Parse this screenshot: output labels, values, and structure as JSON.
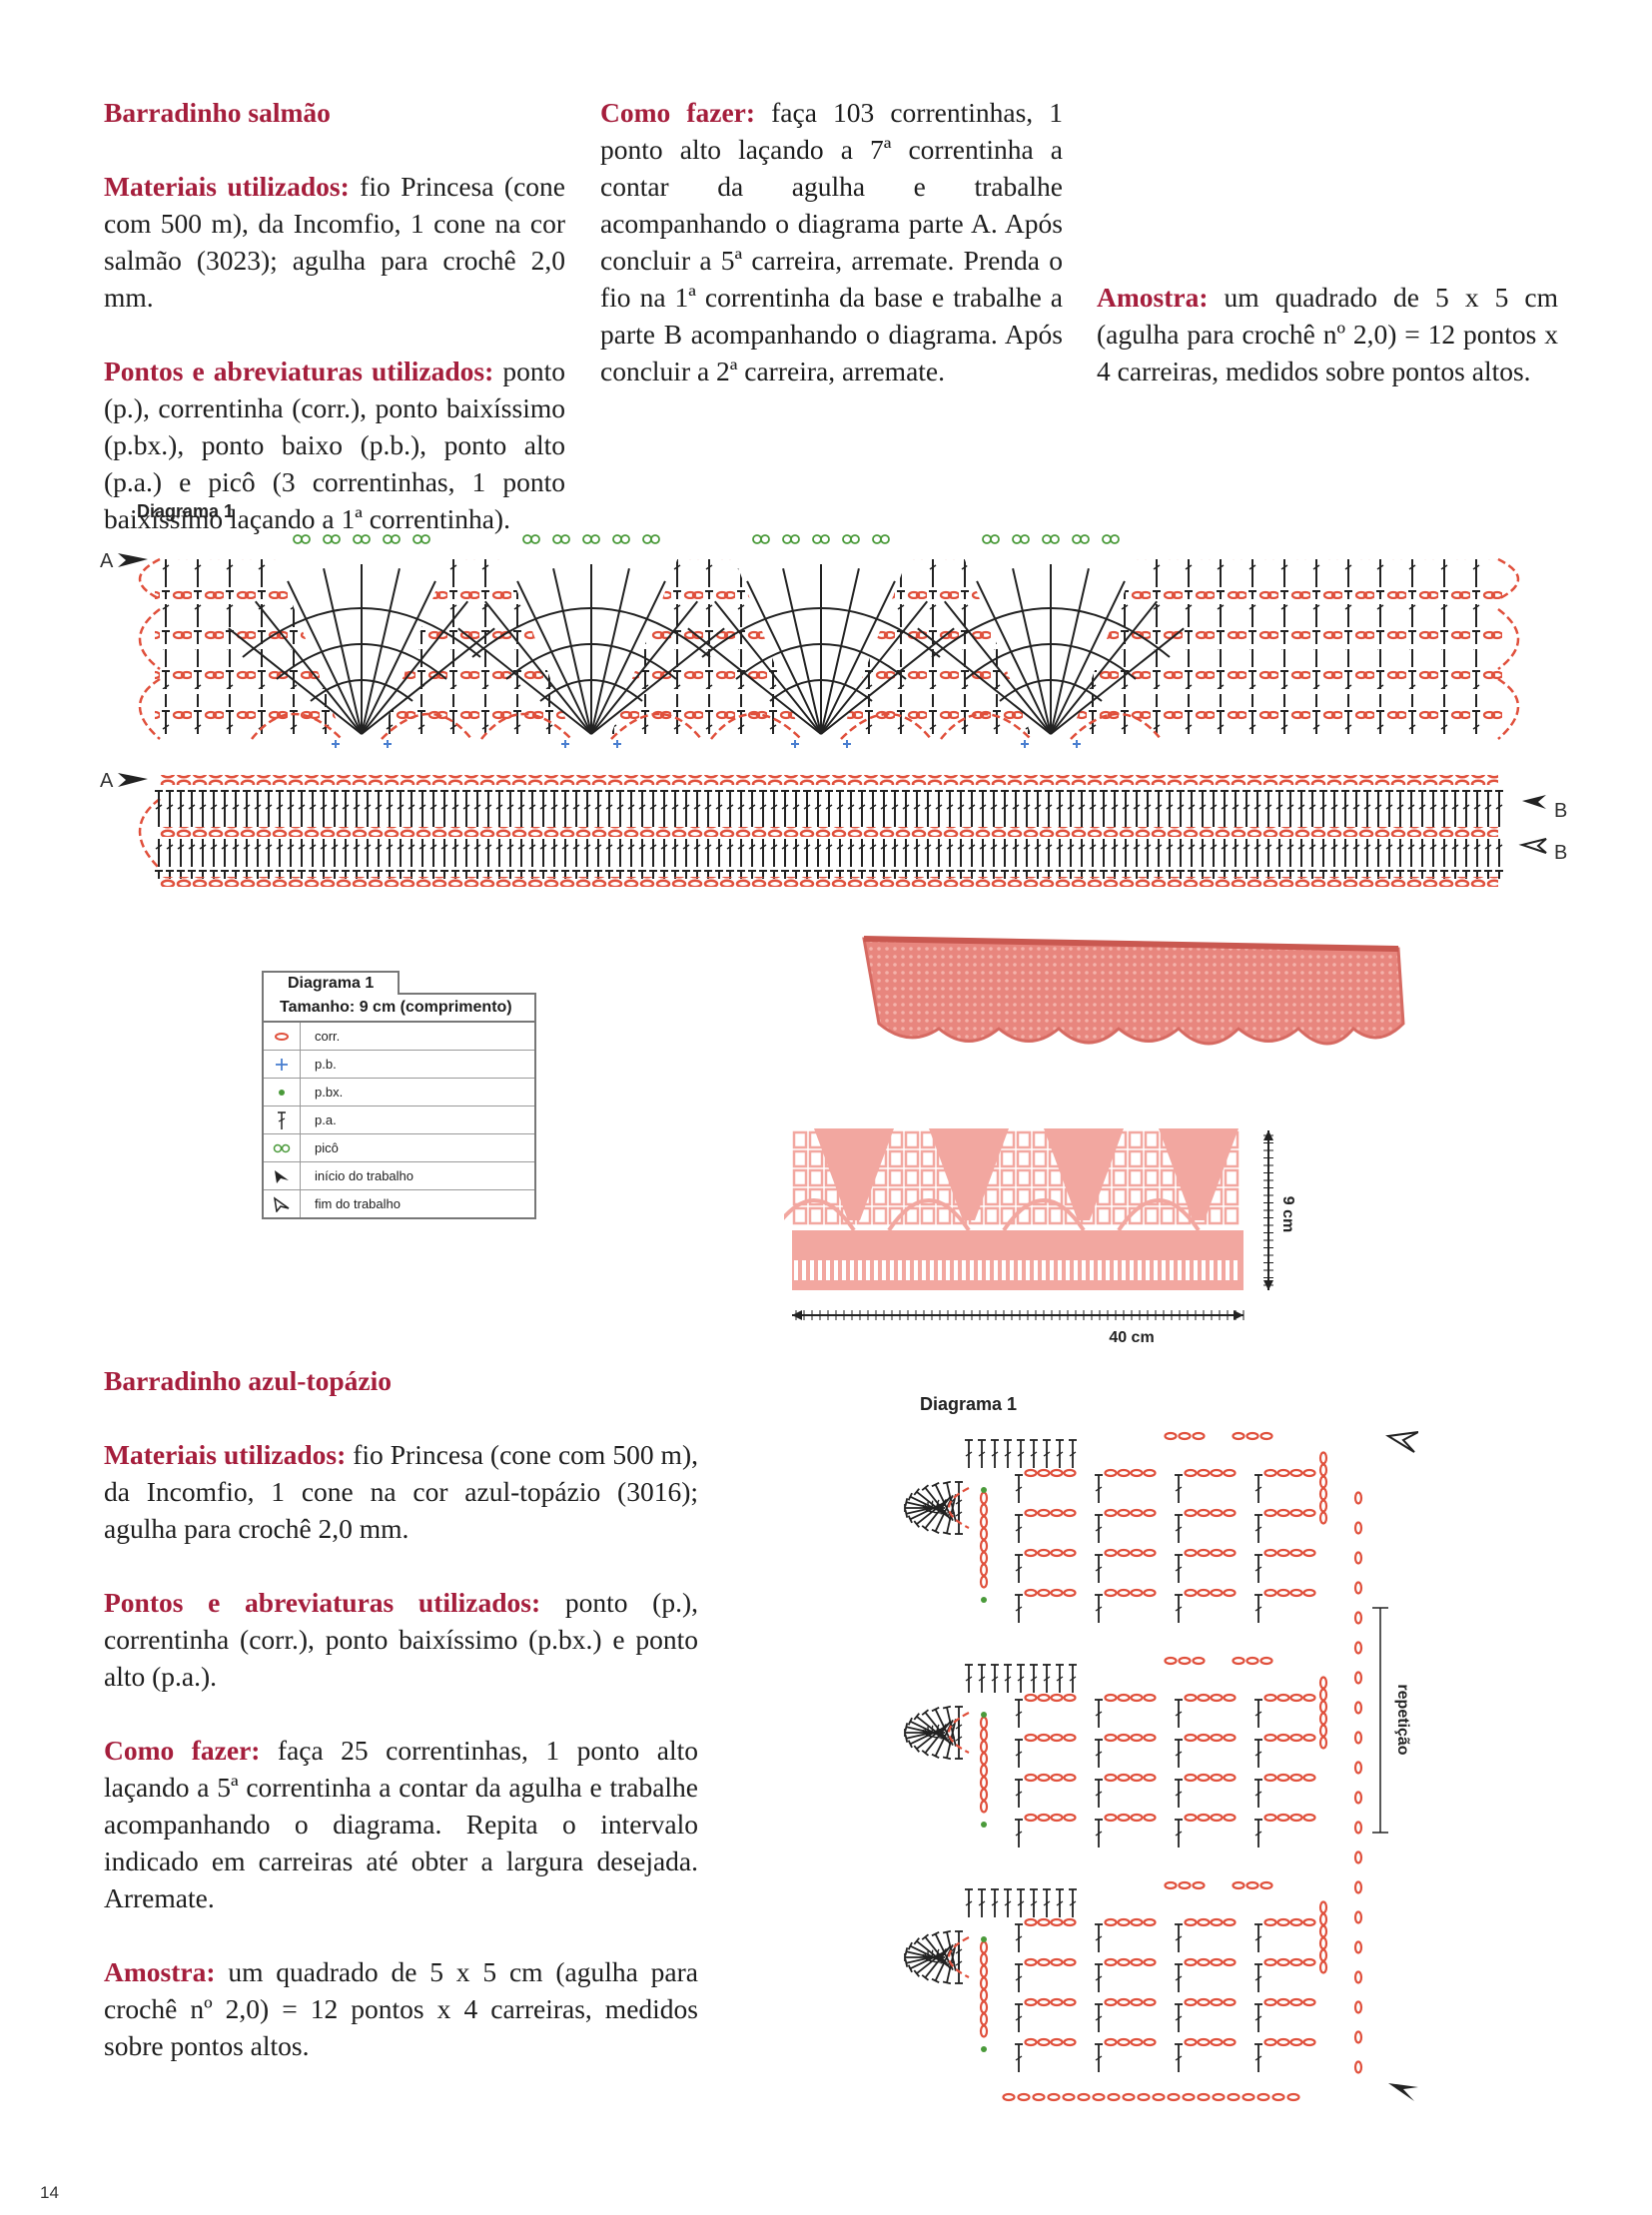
{
  "salmon": {
    "title": "Barradinho salmão",
    "materials_label": "Materiais utilizados:",
    "materials_text": " fio Princesa (cone com 500 m), da Incomfio, 1 cone na cor salmão (3023); agulha para crochê 2,0 mm.",
    "points_label": "Pontos e abreviaturas utilizados:",
    "points_text": " ponto (p.), correntinha (corr.), ponto baixíssimo (p.bx.), ponto baixo (p.b.), ponto alto (p.a.) e picô (3 correntinhas, 1 ponto baixíssimo laçando a 1ª correntinha).",
    "howto_label": "Como fazer:",
    "howto_text": " faça 103 correntinhas, 1 ponto alto laçando a 7ª correntinha a contar da agulha e trabalhe acompanhando o diagrama parte A. Após concluir a 5ª carreira, arremate. Prenda o fio na 1ª correntinha da base e trabalhe a parte B acompanhando o diagrama. Após concluir a 2ª carreira, arremate.",
    "sample_label": "Amostra:",
    "sample_text": " um quadrado de 5 x 5 cm (agulha para crochê nº 2,0) = 12 pontos x 4 carreiras, medidos sobre pontos altos."
  },
  "diagram_top": {
    "title": "Diagrama 1",
    "label_a": "A",
    "label_b": "B"
  },
  "legend": {
    "tab": "Diagrama 1",
    "size": "Tamanho: 9 cm (comprimento)",
    "items": [
      "corr.",
      "p.b.",
      "p.bx.",
      "p.a.",
      "picô",
      "início do trabalho",
      "fim do trabalho"
    ]
  },
  "schematic": {
    "height_label": "9 cm",
    "width_label": "40 cm",
    "color": "#f2a7a0"
  },
  "blue": {
    "title": "Barradinho azul-topázio",
    "materials_label": "Materiais utilizados:",
    "materials_text": " fio Princesa (cone com 500 m), da Incomfio, 1 cone na cor azul-topázio (3016); agulha para crochê 2,0 mm.",
    "points_label": "Pontos e abreviaturas utilizados:",
    "points_text": " ponto (p.), correntinha (corr.), ponto baixíssimo (p.bx.) e ponto alto (p.a.).",
    "howto_label": "Como fazer:",
    "howto_text": " faça 25 correntinhas, 1 ponto alto laçando a 5ª correntinha a contar da agulha e trabalhe acompanhando o diagrama. Repita o intervalo indicado em carreiras até obter a largura desejada. Arremate.",
    "sample_label": "Amostra:",
    "sample_text": " um quadrado de 5 x 5 cm (agulha para crochê nº 2,0) = 12 pontos x 4 carreiras, medidos sobre pontos altos."
  },
  "diagram_bottom": {
    "title": "Diagrama 1",
    "repeat_label": "repetição"
  },
  "colors": {
    "accent": "#a51e3c",
    "chain": "#e0503c",
    "stitch": "#222222",
    "pico": "#4a9a3a",
    "sc": "#4a7fd0"
  },
  "page_number": "14"
}
